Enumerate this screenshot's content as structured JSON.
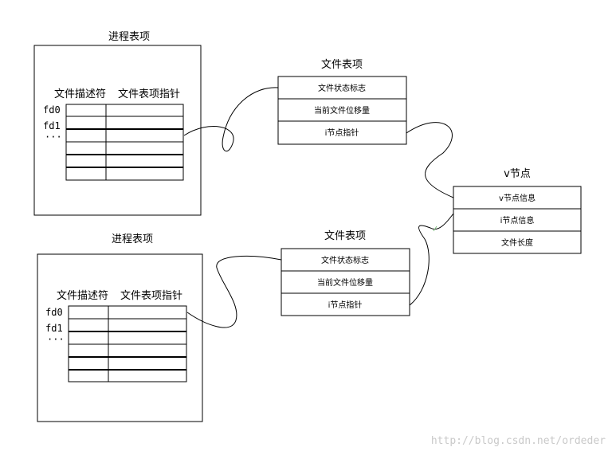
{
  "process_entry_1": {
    "title": "进程表项",
    "col_fd": "文件描述符",
    "col_ptr": "文件表项指针",
    "row_labels": [
      "fd0",
      "fd1",
      "···"
    ]
  },
  "process_entry_2": {
    "title": "进程表项",
    "col_fd": "文件描述符",
    "col_ptr": "文件表项指针",
    "row_labels": [
      "fd0",
      "fd1",
      "···"
    ]
  },
  "file_entry_1": {
    "title": "文件表项",
    "rows": [
      "文件状态标志",
      "当前文件位移量",
      "i节点指针"
    ]
  },
  "file_entry_2": {
    "title": "文件表项",
    "rows": [
      "文件状态标志",
      "当前文件位移量",
      "i节点指针"
    ]
  },
  "vnode": {
    "title": "v节点",
    "rows": [
      "v节点信息",
      "i节点信息",
      "文件长度"
    ]
  },
  "watermark": "http://blog.csdn.net/ordeder"
}
